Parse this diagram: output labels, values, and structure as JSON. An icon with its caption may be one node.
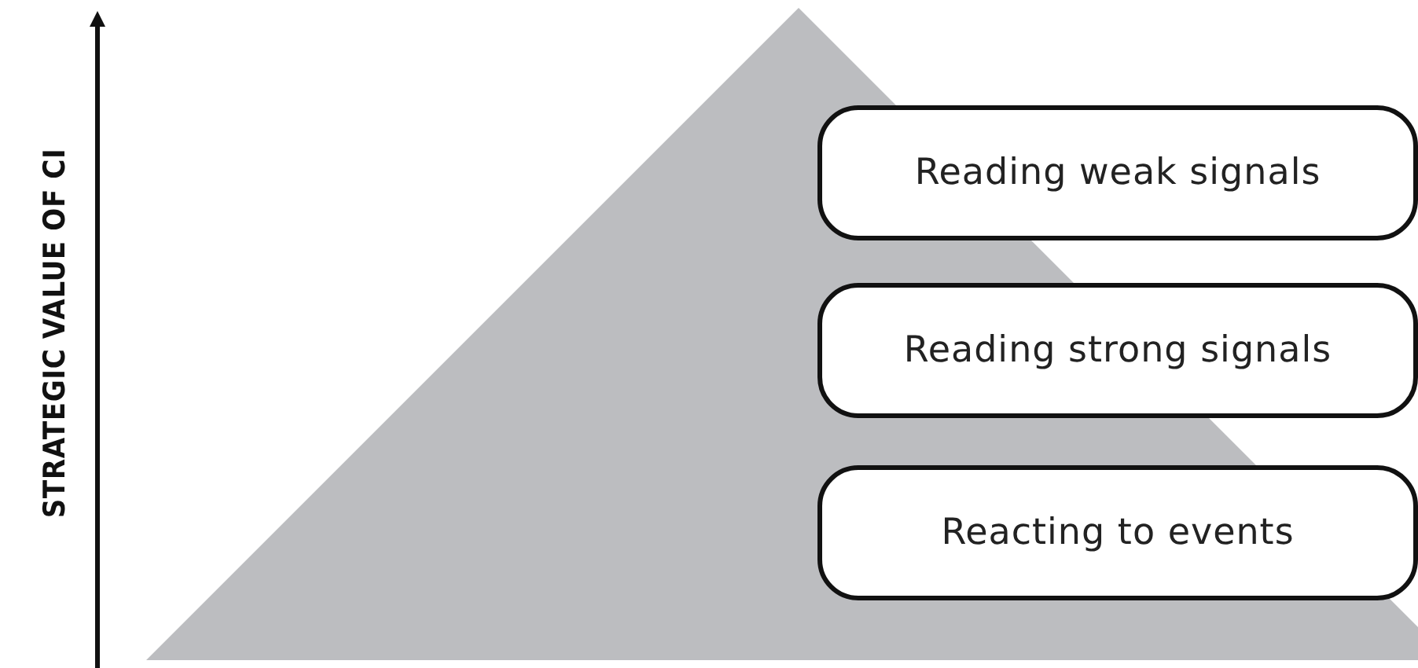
{
  "diagram": {
    "nodes": [
      {
        "text": [
          "Reading weak signals"
        ]
      },
      {
        "text": [
          "Reading strong signals"
        ]
      },
      {
        "text": [
          "Reacting to events"
        ]
      }
    ],
    "edges": [],
    "labels": [
      "STRATEGIC VALUE OF CI"
    ]
  }
}
